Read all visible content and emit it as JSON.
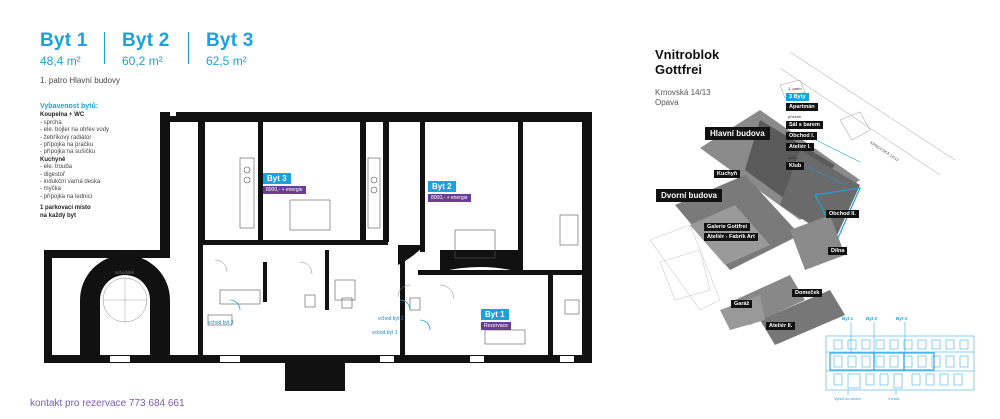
{
  "units": [
    {
      "name": "Byt 1",
      "area": "48,4 m²"
    },
    {
      "name": "Byt 2",
      "area": "60,2 m²"
    },
    {
      "name": "Byt 3",
      "area": "62,5 m²"
    }
  ],
  "floor_label": "1. patro Hlavní budovy",
  "equipment": {
    "heading": "Vybavenost bytů:",
    "bath_title": "Koupelna + WC",
    "bath_items": [
      "- sprcha",
      "- ele. bojler na ohřev vody",
      "- žebříkový radiátor",
      "- přípojka na pračku",
      "- přípojka na sušičku"
    ],
    "kitchen_title": "Kuchyně",
    "kitchen_items": [
      "- ele. trouba",
      "- digestoř",
      "- indukční varná deska",
      "- myčka",
      "- přípojka na lednici"
    ],
    "parking": [
      "1 parkovací místo",
      "na každý byt"
    ]
  },
  "contact": "kontakt pro rezervace 773 684 661",
  "plan_tags": {
    "byt3": {
      "name": "Byt 3",
      "price": "8000,- + energie"
    },
    "byt2": {
      "name": "Byt 2",
      "price": "8000,- + energie"
    },
    "byt1": {
      "name": "Byt 1",
      "price": "Rezervace"
    }
  },
  "plan_labels": {
    "entrance3": "vchod byt 3",
    "entrance2": "vchod byt 2",
    "entrance1": "vchod byt 1",
    "stair": "schodiště"
  },
  "site": {
    "title_line1": "Vnitroblok",
    "title_line2": "Gottfrei",
    "address_line1": "Krnovská 14/13",
    "address_line2": "Opava",
    "street": "KRNOVSKÁ 14/13",
    "main_building": "Hlavní budova",
    "courtyard_building": "Dvorní budova",
    "labels": [
      {
        "id": "patro1",
        "note": "1. patro",
        "text": "3 Byty",
        "blue": true
      },
      {
        "id": "apartman",
        "text": "Apartmán"
      },
      {
        "id": "prizemi",
        "note": "přízemí",
        "text": "Sál s barem"
      },
      {
        "id": "obchod1",
        "text": "Obchod I."
      },
      {
        "id": "atelier1",
        "text": "Ateliér I."
      },
      {
        "id": "klub",
        "note": "sklep",
        "text": "Klub"
      },
      {
        "id": "kuchyn",
        "text": "Kuchyň"
      },
      {
        "id": "galerie",
        "text": "Galerie Gottfrei"
      },
      {
        "id": "fabrik",
        "text": "Ateliér - Fabrik Art"
      },
      {
        "id": "obchod2",
        "text": "Obchod II."
      },
      {
        "id": "dilna",
        "text": "Dílna"
      },
      {
        "id": "domecek",
        "text": "Domeček"
      },
      {
        "id": "garaz",
        "text": "Garáž"
      },
      {
        "id": "atelier2",
        "text": "Ateliér II."
      }
    ]
  },
  "elevation": {
    "labels": [
      "Byt 1",
      "Byt 2",
      "Byt 3"
    ],
    "bottom_left": "Vjezd do dvora",
    "bottom_right": "Vchod"
  },
  "colors": {
    "accent": "#1ba1dc",
    "price": "#6a3d9a",
    "wall": "#111111"
  }
}
